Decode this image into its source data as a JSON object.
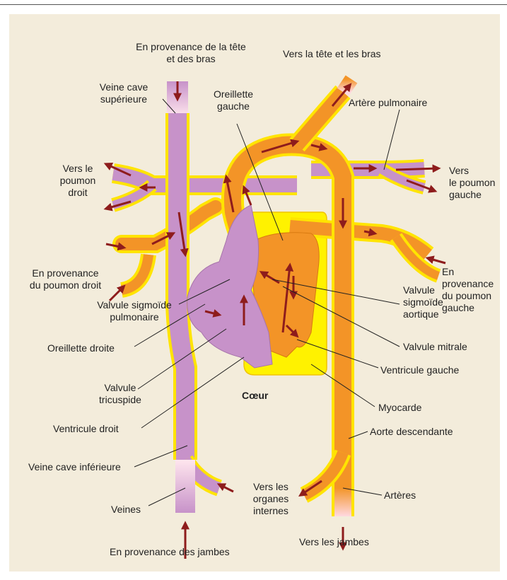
{
  "labels": {
    "from_head_arms": "En provenance de la tête\net des bras",
    "to_head_arms": "Vers la tête et les bras",
    "superior_vena_cava": "Veine cave\nsupérieure",
    "left_atrium": "Oreillette\ngauche",
    "pulmonary_artery": "Artère pulmonaire",
    "to_right_lung": "Vers le\npoumon\ndroit",
    "to_left_lung": "Vers\nle poumon\ngauche",
    "from_right_lung": "En provenance\ndu poumon droit",
    "from_left_lung": "En provenance\ndu poumon\ngauche",
    "pulmonary_valve": "Valvule sigmoïde\npulmonaire",
    "aortic_valve": "Valvule\nsigmoïde\naortique",
    "mitral_valve": "Valvule mitrale",
    "right_atrium": "Oreillette droite",
    "left_ventricle": "Ventricule gauche",
    "tricuspid_valve": "Valvule\ntricuspide",
    "heart": "Cœur",
    "myocardium": "Myocarde",
    "right_ventricle": "Ventricule droit",
    "descending_aorta": "Aorte descendante",
    "inferior_vena_cava": "Veine cave inférieure",
    "to_internal_organs": "Vers les\norganes\ninternes",
    "veins": "Veines",
    "arteries": "Artères",
    "to_legs": "Vers les jambes",
    "from_legs": "En provenance des jambes"
  },
  "colors": {
    "panel_background": "#f3ecdb",
    "oxygenated_orange": "#f39427",
    "deoxygenated_purple": "#c792c9",
    "vessel_wall_yellow": "#ffe400",
    "myocardium_yellow": "#fff200",
    "arrow_red": "#8e1c1c",
    "leader_line": "#222222"
  }
}
